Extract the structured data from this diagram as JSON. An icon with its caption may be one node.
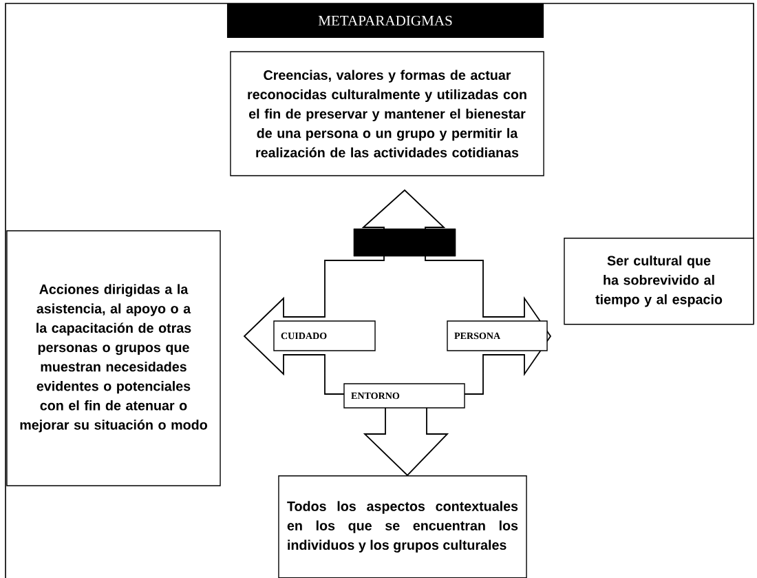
{
  "diagram": {
    "title": "METAPARADIGMAS",
    "nodes": [
      {
        "text": [
          "Creencias, valores y formas de actuar reconocidas culturalmente y utilizadas con el fin de preservar y mantener el bienestar de una persona o un grupo y permitir la realización de las actividades cotidianas"
        ]
      },
      {
        "text": [],
        "shape": "box"
      },
      {
        "text": [
          "Acciones dirigidas a la asistencia, al apoyo o a la capacitación de otras personas o grupos que muestran necesidades evidentes o potenciales con el fin de atenuar o mejorar su situación o modo"
        ]
      },
      {
        "text": [
          "CUIDADO"
        ]
      },
      {
        "text": [
          "PERSONA"
        ]
      },
      {
        "text": [
          "Ser cultural que ha sobrevivido al tiempo y al espacio"
        ]
      },
      {
        "text": [
          "ENTORNO"
        ]
      },
      {
        "text": [
          "Todos los aspectos contextuales en los que se encuentran los individuos y los grupos culturales"
        ]
      }
    ]
  }
}
